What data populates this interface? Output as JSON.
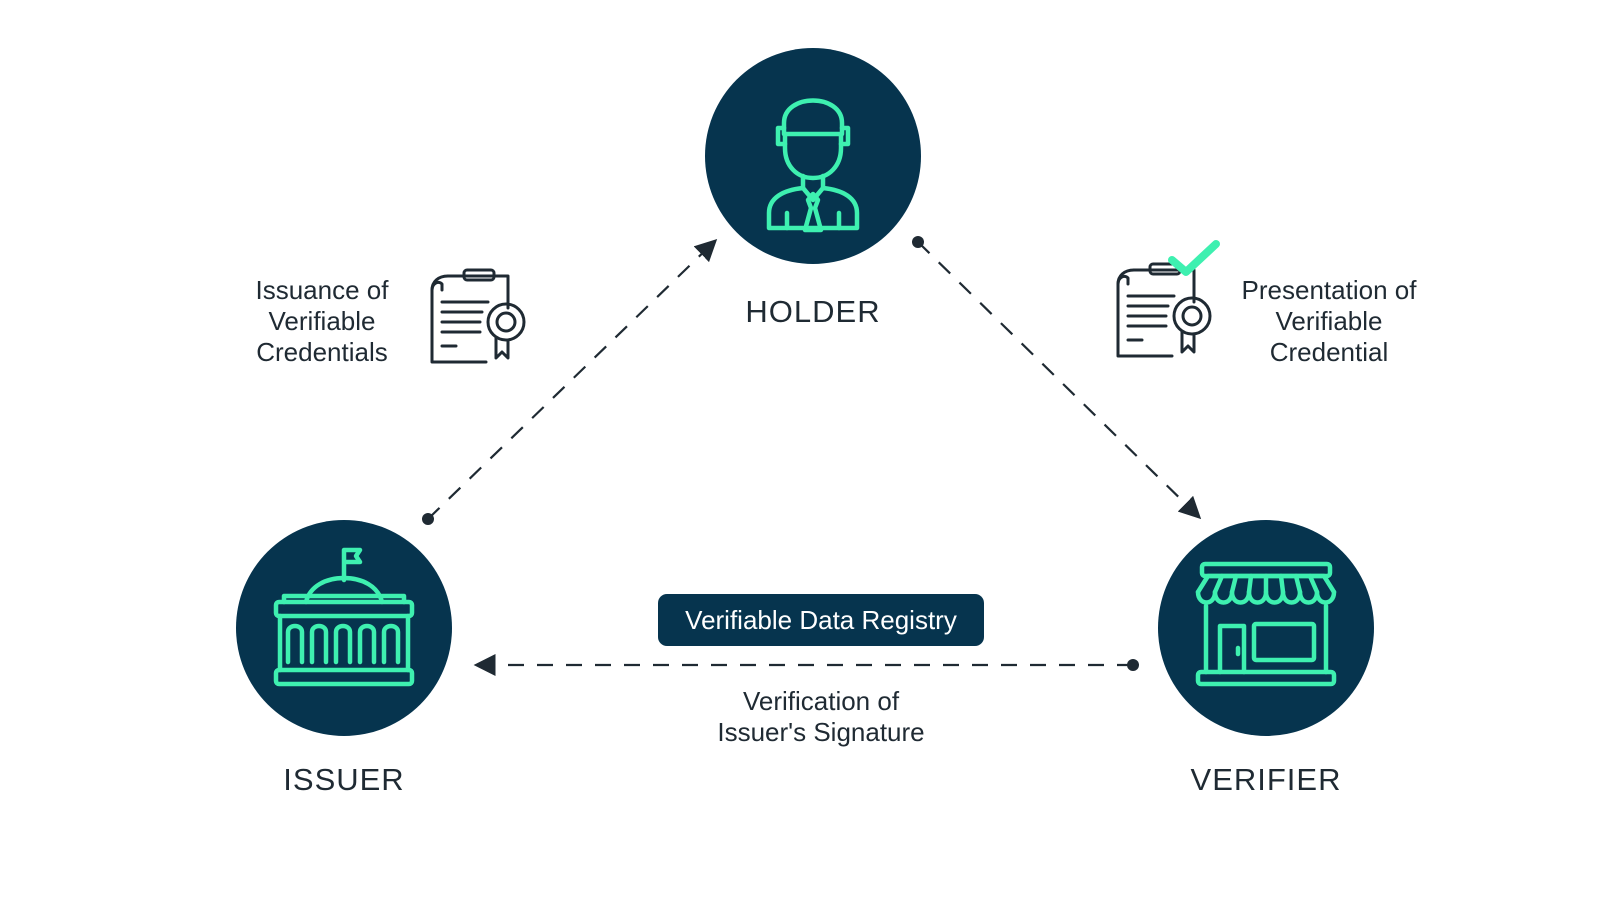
{
  "nodes": {
    "holder": {
      "label": "HOLDER",
      "icon": "person-icon"
    },
    "issuer": {
      "label": "ISSUER",
      "icon": "government-building-icon"
    },
    "verifier": {
      "label": "VERIFIER",
      "icon": "storefront-icon"
    }
  },
  "flows": {
    "issuance": {
      "lines": [
        "Issuance of",
        "Verifiable",
        "Credentials"
      ],
      "icon": "certificate-icon"
    },
    "presentation": {
      "lines": [
        "Presentation of",
        "Verifiable",
        "Credential"
      ],
      "icon": "verified-certificate-icon"
    },
    "verification": {
      "lines": [
        "Verification of",
        "Issuer's Signature"
      ]
    }
  },
  "registry": {
    "label": "Verifiable Data Registry"
  },
  "colors": {
    "node_fill": "#06344e",
    "icon_stroke": "#3ef0b0",
    "arrow": "#1f2a33",
    "check": "#3ef0b0"
  }
}
